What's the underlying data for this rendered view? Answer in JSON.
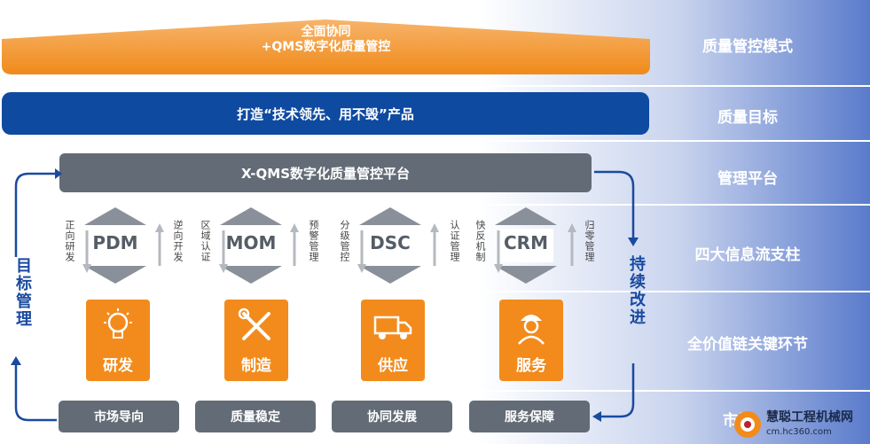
{
  "layers": {
    "mode": "质量管控模式",
    "goal": "质量目标",
    "platform": "管理平台",
    "pillars": "四大信息流支柱",
    "chain": "全价值链关键环节",
    "market": "市场"
  },
  "roof": {
    "line1": "全面协同",
    "line2": "+QMS数字化质量管控"
  },
  "goal_text": "打造“技术领先、用不毁”产品",
  "platform_text": "X-QMS数字化质量管控平台",
  "pillars": [
    {
      "name": "PDM",
      "left_text": "正向研发",
      "right_text": "逆向开发"
    },
    {
      "name": "MOM",
      "left_text": "区域认证",
      "right_text": "预警管理"
    },
    {
      "name": "DSC",
      "left_text": "分级管控",
      "right_text": "认证管理"
    },
    {
      "name": "CRM",
      "left_text": "快反机制",
      "right_text": "归零管理"
    }
  ],
  "stages": [
    "研发",
    "制造",
    "供应",
    "服务"
  ],
  "bottom": [
    "市场导向",
    "质量稳定",
    "协同发展",
    "服务保障"
  ],
  "left_loop": "目标管理",
  "right_loop": "持续改进",
  "watermark": {
    "title": "慧聪工程机械网",
    "url": "cm.hc360.com"
  },
  "colors": {
    "orange": "#f28b1c",
    "navy": "#0f4aa1",
    "gray": "#636c76",
    "loop_blue": "#1a4aa0"
  }
}
